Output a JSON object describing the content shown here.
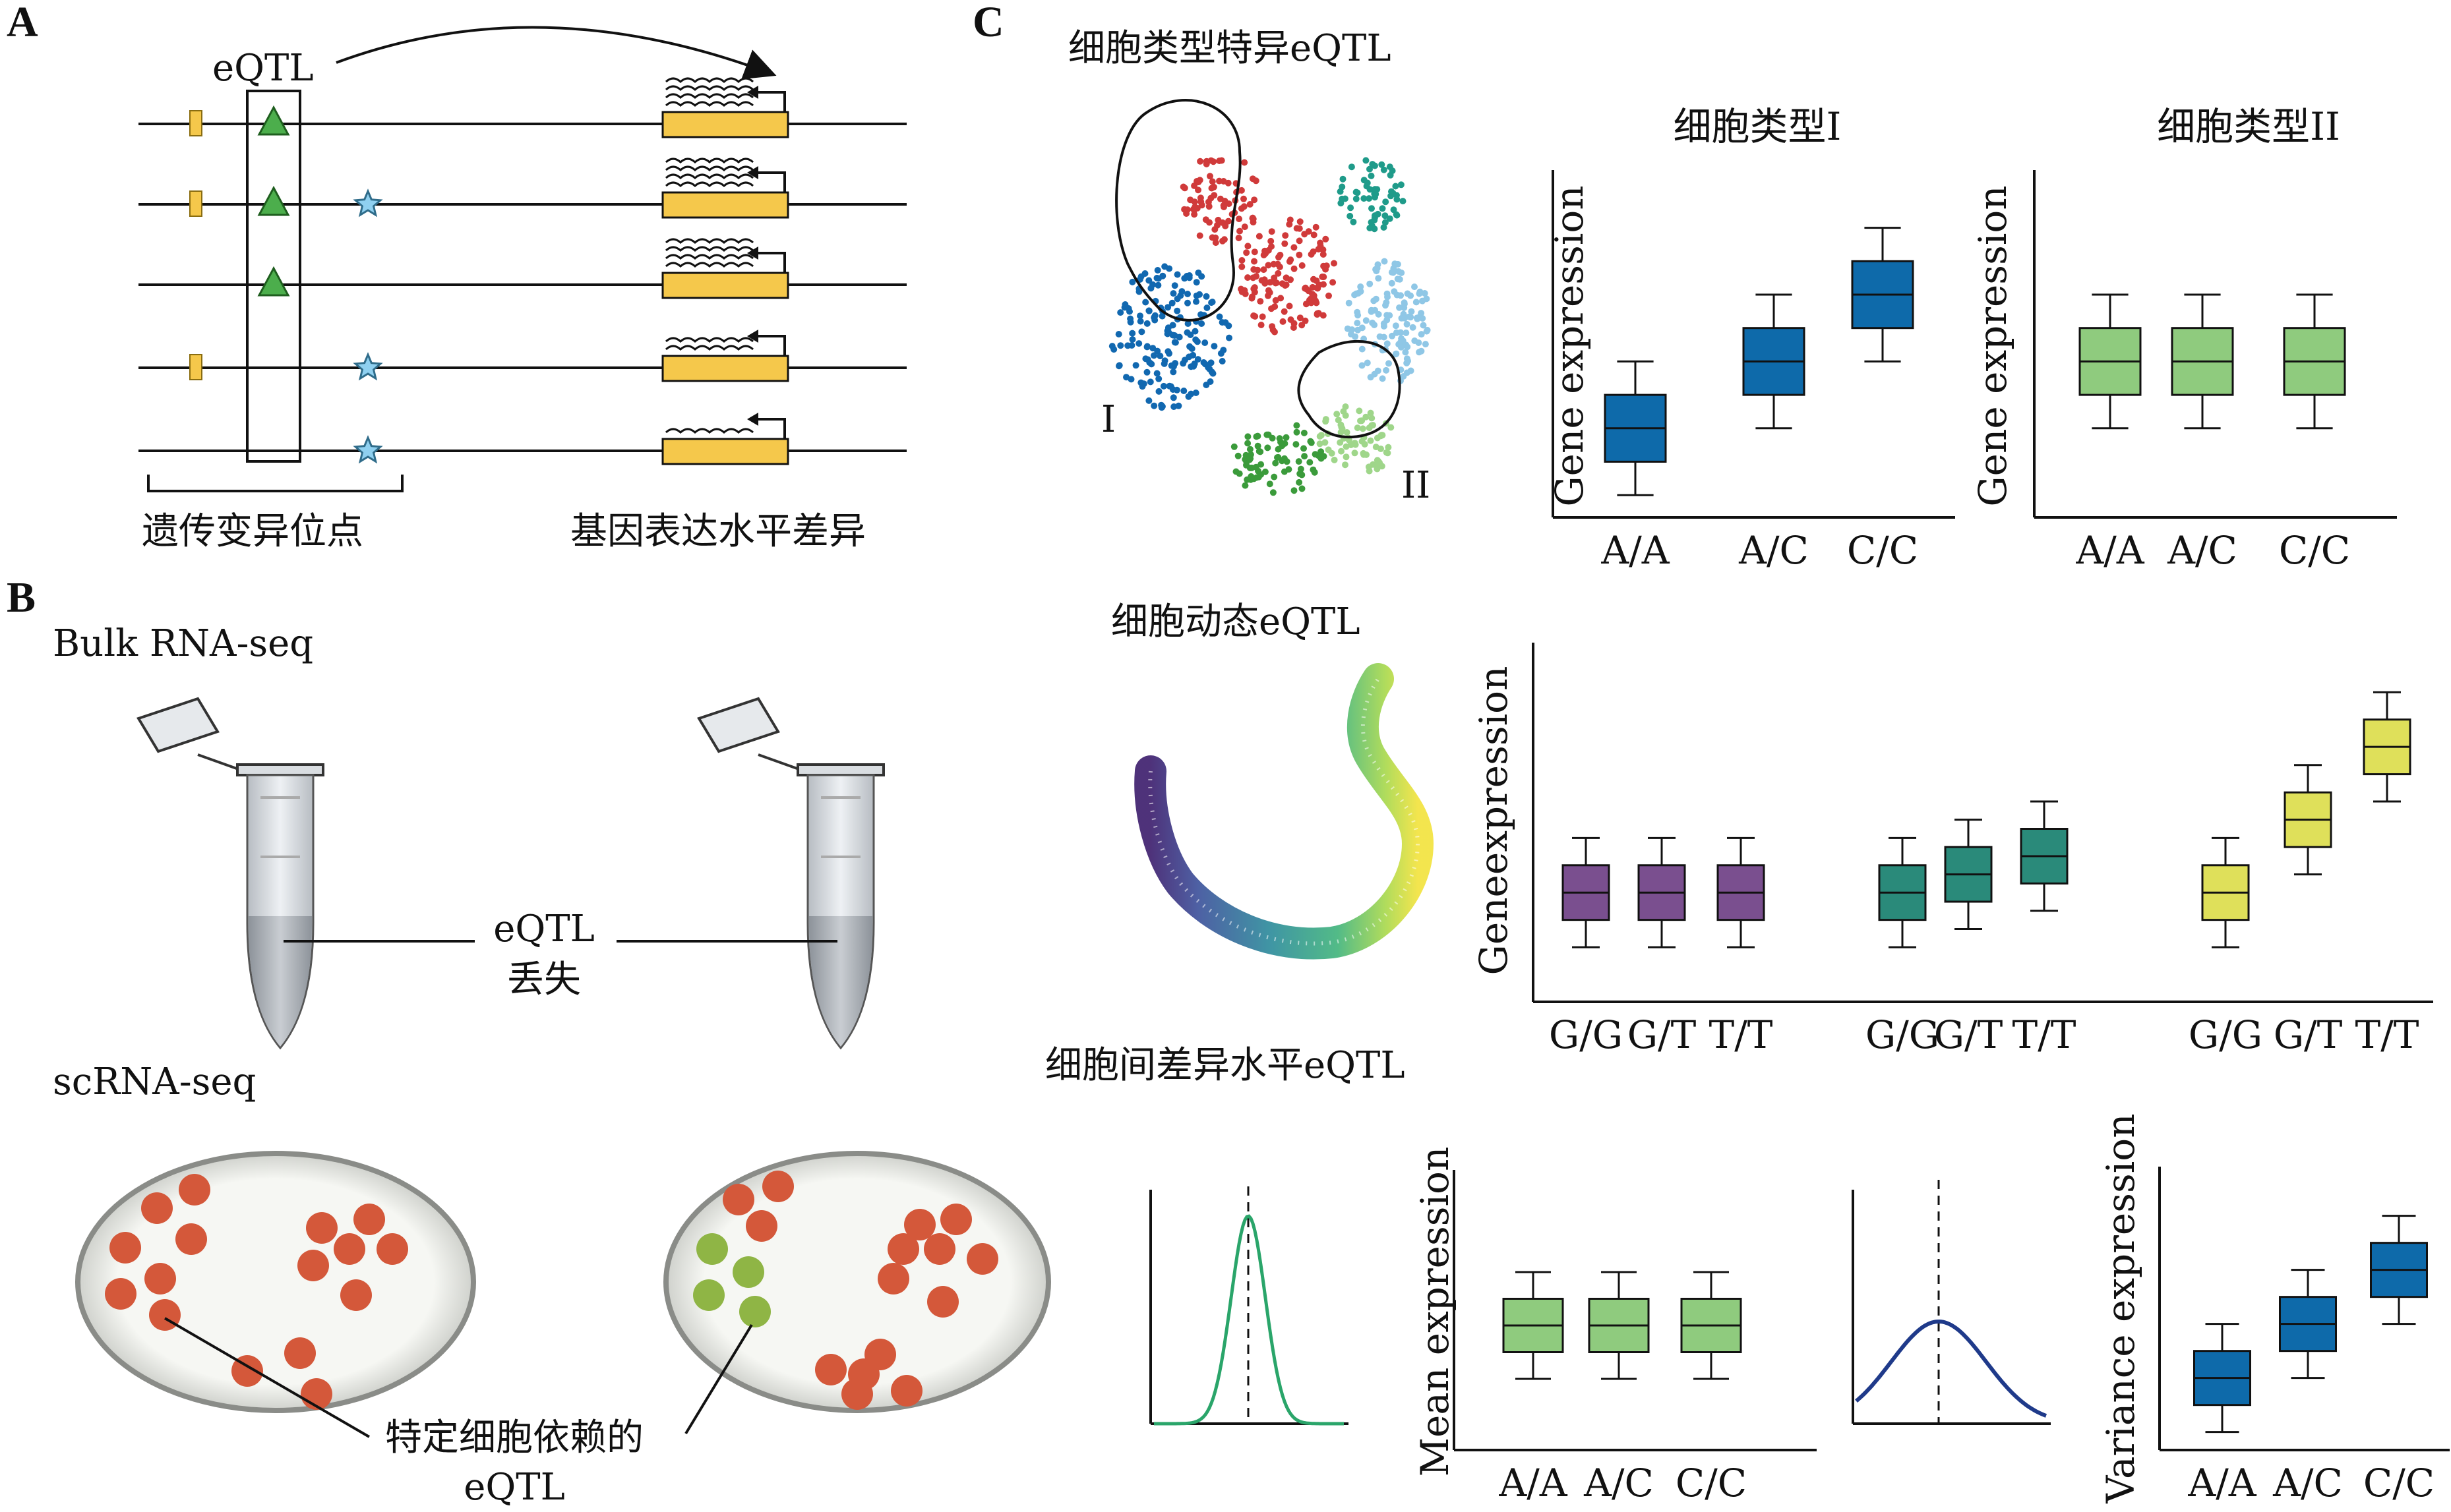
{
  "panels": {
    "a": {
      "letter": "A",
      "eqtl_label": "eQTL",
      "variant_sites_label": "遗传变异位点",
      "expression_diff_label": "基因表达水平差异",
      "rows": [
        {
          "orange_marker": true,
          "triangle": true,
          "star": false,
          "waves": 4
        },
        {
          "orange_marker": true,
          "triangle": true,
          "star": true,
          "waves": 4
        },
        {
          "orange_marker": false,
          "triangle": true,
          "star": false,
          "waves": 4
        },
        {
          "orange_marker": true,
          "triangle": false,
          "star": true,
          "waves": 2
        },
        {
          "orange_marker": false,
          "triangle": false,
          "star": true,
          "waves": 1
        }
      ]
    },
    "b": {
      "letter": "B",
      "bulk_title": "Bulk RNA-seq",
      "eqtl_line1": "eQTL",
      "eqtl_line2": "丢失",
      "sc_title": "scRNA-seq",
      "sc_caption_line1": "特定细胞依赖的",
      "sc_caption_line2": "eQTL"
    },
    "c": {
      "letter": "C",
      "section1_title": "细胞类型特异eQTL",
      "section2_title": "细胞动态eQTL",
      "section3_title": "细胞间差异水平eQTL",
      "cluster_label_1": "I",
      "cluster_label_2": "II"
    }
  },
  "colors": {
    "dark_blue_box": "#0e6aaa",
    "light_green_box": "#8fcb7e",
    "purple_box": "#7a4f8f",
    "teal_box": "#2a8a7a",
    "yellow_box": "#dfe05a",
    "gene_bar": "#f5c84b",
    "triangle": "#4cae4c",
    "star": "#8fd0f0",
    "marker": "#f5c84b",
    "cell_red": "#d4583a",
    "cell_green": "#8fb545",
    "curve_green": "#2aa56a",
    "curve_navy": "#1f3a8a"
  },
  "chart_data": [
    {
      "type": "box",
      "title": "细胞类型I",
      "ylabel": "Gene expression",
      "categories": [
        "A/A",
        "A/C",
        "C/C"
      ],
      "values": [
        {
          "min": 0.1,
          "q1": 0.25,
          "median": 0.4,
          "q3": 0.55,
          "max": 0.7
        },
        {
          "min": 0.4,
          "q1": 0.55,
          "median": 0.7,
          "q3": 0.85,
          "max": 1.0
        },
        {
          "min": 0.7,
          "q1": 0.85,
          "median": 1.0,
          "q3": 1.15,
          "max": 1.3
        }
      ],
      "color": "#0e6aaa"
    },
    {
      "type": "box",
      "title": "细胞类型II",
      "ylabel": "Gene expression",
      "categories": [
        "A/A",
        "A/C",
        "C/C"
      ],
      "values": [
        {
          "min": 0.4,
          "q1": 0.55,
          "median": 0.7,
          "q3": 0.85,
          "max": 1.0
        },
        {
          "min": 0.4,
          "q1": 0.55,
          "median": 0.7,
          "q3": 0.85,
          "max": 1.0
        },
        {
          "min": 0.4,
          "q1": 0.55,
          "median": 0.7,
          "q3": 0.85,
          "max": 1.0
        }
      ],
      "color": "#8fcb7e"
    },
    {
      "type": "box",
      "ylabel": "Geneexpression",
      "groups": [
        {
          "categories": [
            "G/G",
            "G/T",
            "T/T"
          ],
          "color": "#7a4f8f",
          "values": [
            {
              "min": 0.3,
              "q1": 0.45,
              "median": 0.6,
              "q3": 0.75,
              "max": 0.9
            },
            {
              "min": 0.3,
              "q1": 0.45,
              "median": 0.6,
              "q3": 0.75,
              "max": 0.9
            },
            {
              "min": 0.3,
              "q1": 0.45,
              "median": 0.6,
              "q3": 0.75,
              "max": 0.9
            }
          ]
        },
        {
          "categories": [
            "G/G",
            "G/T",
            "T/T"
          ],
          "color": "#2a8a7a",
          "values": [
            {
              "min": 0.3,
              "q1": 0.45,
              "median": 0.6,
              "q3": 0.75,
              "max": 0.9
            },
            {
              "min": 0.4,
              "q1": 0.55,
              "median": 0.7,
              "q3": 0.85,
              "max": 1.0
            },
            {
              "min": 0.5,
              "q1": 0.65,
              "median": 0.8,
              "q3": 0.95,
              "max": 1.1
            }
          ]
        },
        {
          "categories": [
            "G/G",
            "G/T",
            "T/T"
          ],
          "color": "#dfe05a",
          "values": [
            {
              "min": 0.3,
              "q1": 0.45,
              "median": 0.6,
              "q3": 0.75,
              "max": 0.9
            },
            {
              "min": 0.7,
              "q1": 0.85,
              "median": 1.0,
              "q3": 1.15,
              "max": 1.3
            },
            {
              "min": 1.1,
              "q1": 1.25,
              "median": 1.4,
              "q3": 1.55,
              "max": 1.7
            }
          ]
        }
      ]
    },
    {
      "type": "box",
      "ylabel": "Mean expression",
      "categories": [
        "A/A",
        "A/C",
        "C/C"
      ],
      "values": [
        {
          "min": 0.4,
          "q1": 0.55,
          "median": 0.7,
          "q3": 0.85,
          "max": 1.0
        },
        {
          "min": 0.4,
          "q1": 0.55,
          "median": 0.7,
          "q3": 0.85,
          "max": 1.0
        },
        {
          "min": 0.4,
          "q1": 0.55,
          "median": 0.7,
          "q3": 0.85,
          "max": 1.0
        }
      ],
      "color": "#8fcb7e"
    },
    {
      "type": "box",
      "ylabel": "Variance expression",
      "categories": [
        "A/A",
        "A/C",
        "C/C"
      ],
      "values": [
        {
          "min": 0.1,
          "q1": 0.25,
          "median": 0.4,
          "q3": 0.55,
          "max": 0.7
        },
        {
          "min": 0.4,
          "q1": 0.55,
          "median": 0.7,
          "q3": 0.85,
          "max": 1.0
        },
        {
          "min": 0.7,
          "q1": 0.85,
          "median": 1.0,
          "q3": 1.15,
          "max": 1.3
        }
      ],
      "color": "#0e6aaa"
    }
  ]
}
